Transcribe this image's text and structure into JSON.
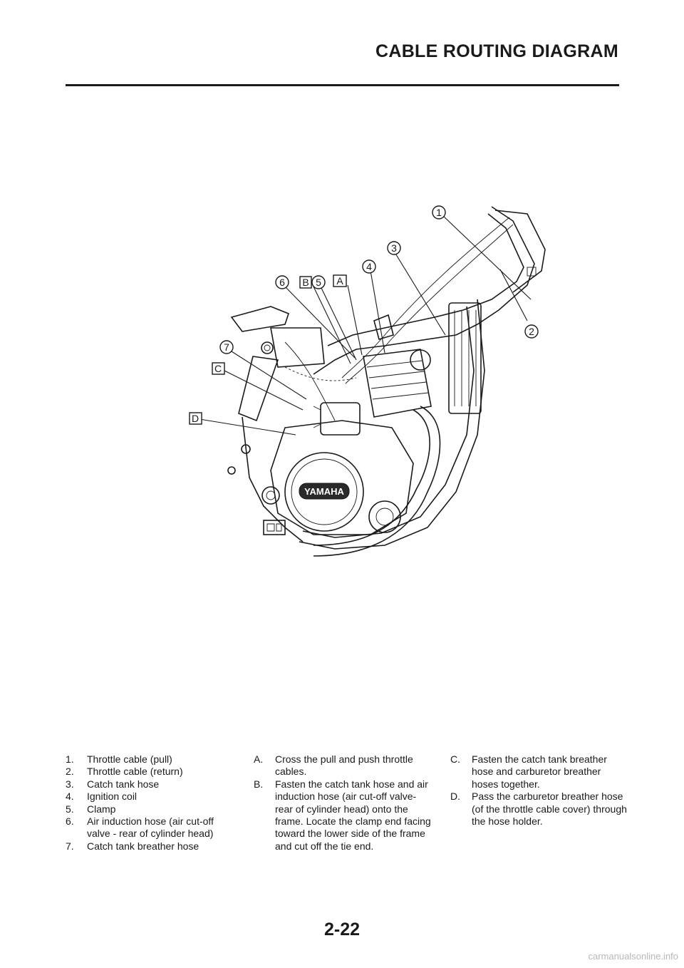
{
  "header": {
    "title": "CABLE ROUTING DIAGRAM"
  },
  "figure": {
    "callouts": {
      "c1": "1",
      "c2": "2",
      "c3": "3",
      "c4": "4",
      "c5": "5",
      "c6": "6",
      "c7": "7"
    },
    "letters": {
      "A": "A",
      "B": "B",
      "C": "C",
      "D": "D"
    },
    "brand_mark": "YAMAHA"
  },
  "legend": {
    "numbered": [
      {
        "label": "1.",
        "text": "Throttle cable (pull)"
      },
      {
        "label": "2.",
        "text": "Throttle cable (return)"
      },
      {
        "label": "3.",
        "text": "Catch tank hose"
      },
      {
        "label": "4.",
        "text": "Ignition coil"
      },
      {
        "label": "5.",
        "text": "Clamp"
      },
      {
        "label": "6.",
        "text": "Air induction hose (air cut-off valve - rear of cylinder head)"
      },
      {
        "label": "7.",
        "text": "Catch tank breather hose"
      }
    ],
    "lettered_1": [
      {
        "label": "A.",
        "text": "Cross the pull and push throttle cables."
      },
      {
        "label": "B.",
        "text": "Fasten the catch tank hose and air induction hose (air cut-off valve-rear of cylinder head) onto the frame. Locate the clamp end facing toward the lower side of the frame and cut off the tie end."
      }
    ],
    "lettered_2": [
      {
        "label": "C.",
        "text": "Fasten the catch tank breather hose and carburetor breather hoses together."
      },
      {
        "label": "D.",
        "text": "Pass the carburetor breather hose (of the throttle cable cover) through the hose holder."
      }
    ]
  },
  "footer": {
    "page_number": "2-22",
    "watermark": "carmanualsonline.info"
  }
}
